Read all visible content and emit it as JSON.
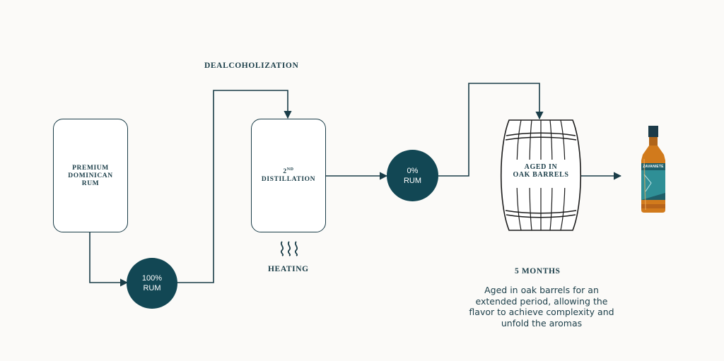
{
  "steps": {
    "premium_rum": {
      "line1": "PREMIUM",
      "line2": "DOMINICAN",
      "line3": "RUM"
    },
    "rum_100": {
      "line1": "100%",
      "line2": "RUM"
    },
    "dealcoholization": "DEALCOHOLIZATION",
    "distillation": {
      "ordinal": "2",
      "superscript": "ND",
      "label": "DISTILLATION"
    },
    "heating": "HEATING",
    "rum_0": {
      "line1": "0%",
      "line2": "RUM"
    },
    "barrel": {
      "line1": "AGED IN",
      "line2": "OAK BARRELS"
    },
    "duration": "5 MONTHS",
    "description": [
      "Aged in oak barrels for an",
      "extended period, allowing the",
      "flavor to achieve complexity and",
      "unfold the aromas"
    ],
    "bottle_label": "ZAVANIETE"
  },
  "colors": {
    "accent": "#124754",
    "line": "#1a3d48",
    "background": "#fbfaf8",
    "bottle_amber": "#d17a1c",
    "bottle_label_teal": "#2f8f96"
  }
}
